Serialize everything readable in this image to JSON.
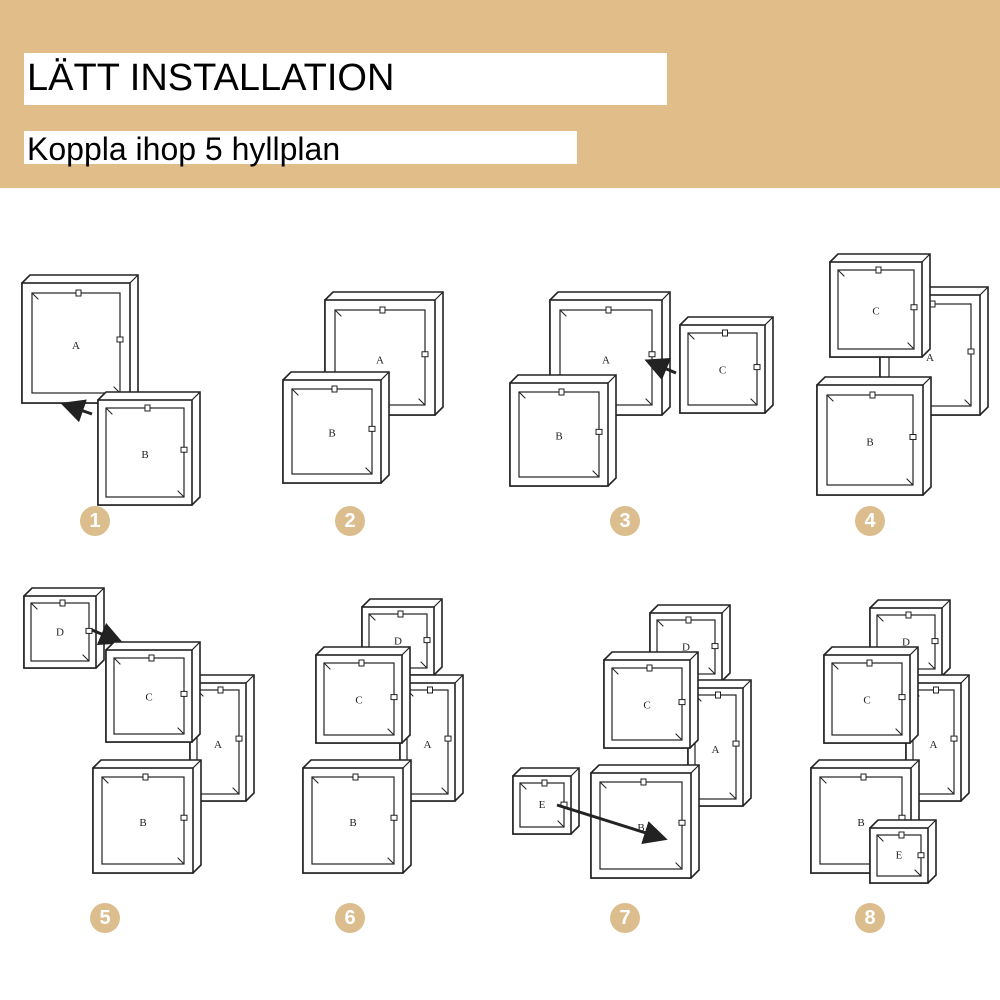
{
  "colors": {
    "banner": "#e1bd89",
    "badge": "#dcbe8e",
    "line": "#222222"
  },
  "header": {
    "title": "LÄTT INSTALLATION",
    "subtitle": "Koppla ihop 5 hyllplan"
  },
  "shelf_labels": {
    "a": "A",
    "b": "B",
    "c": "C",
    "d": "D",
    "e": "E"
  },
  "steps": [
    {
      "number": "1"
    },
    {
      "number": "2"
    },
    {
      "number": "3"
    },
    {
      "number": "4"
    },
    {
      "number": "5"
    },
    {
      "number": "6"
    },
    {
      "number": "7"
    },
    {
      "number": "8"
    }
  ]
}
